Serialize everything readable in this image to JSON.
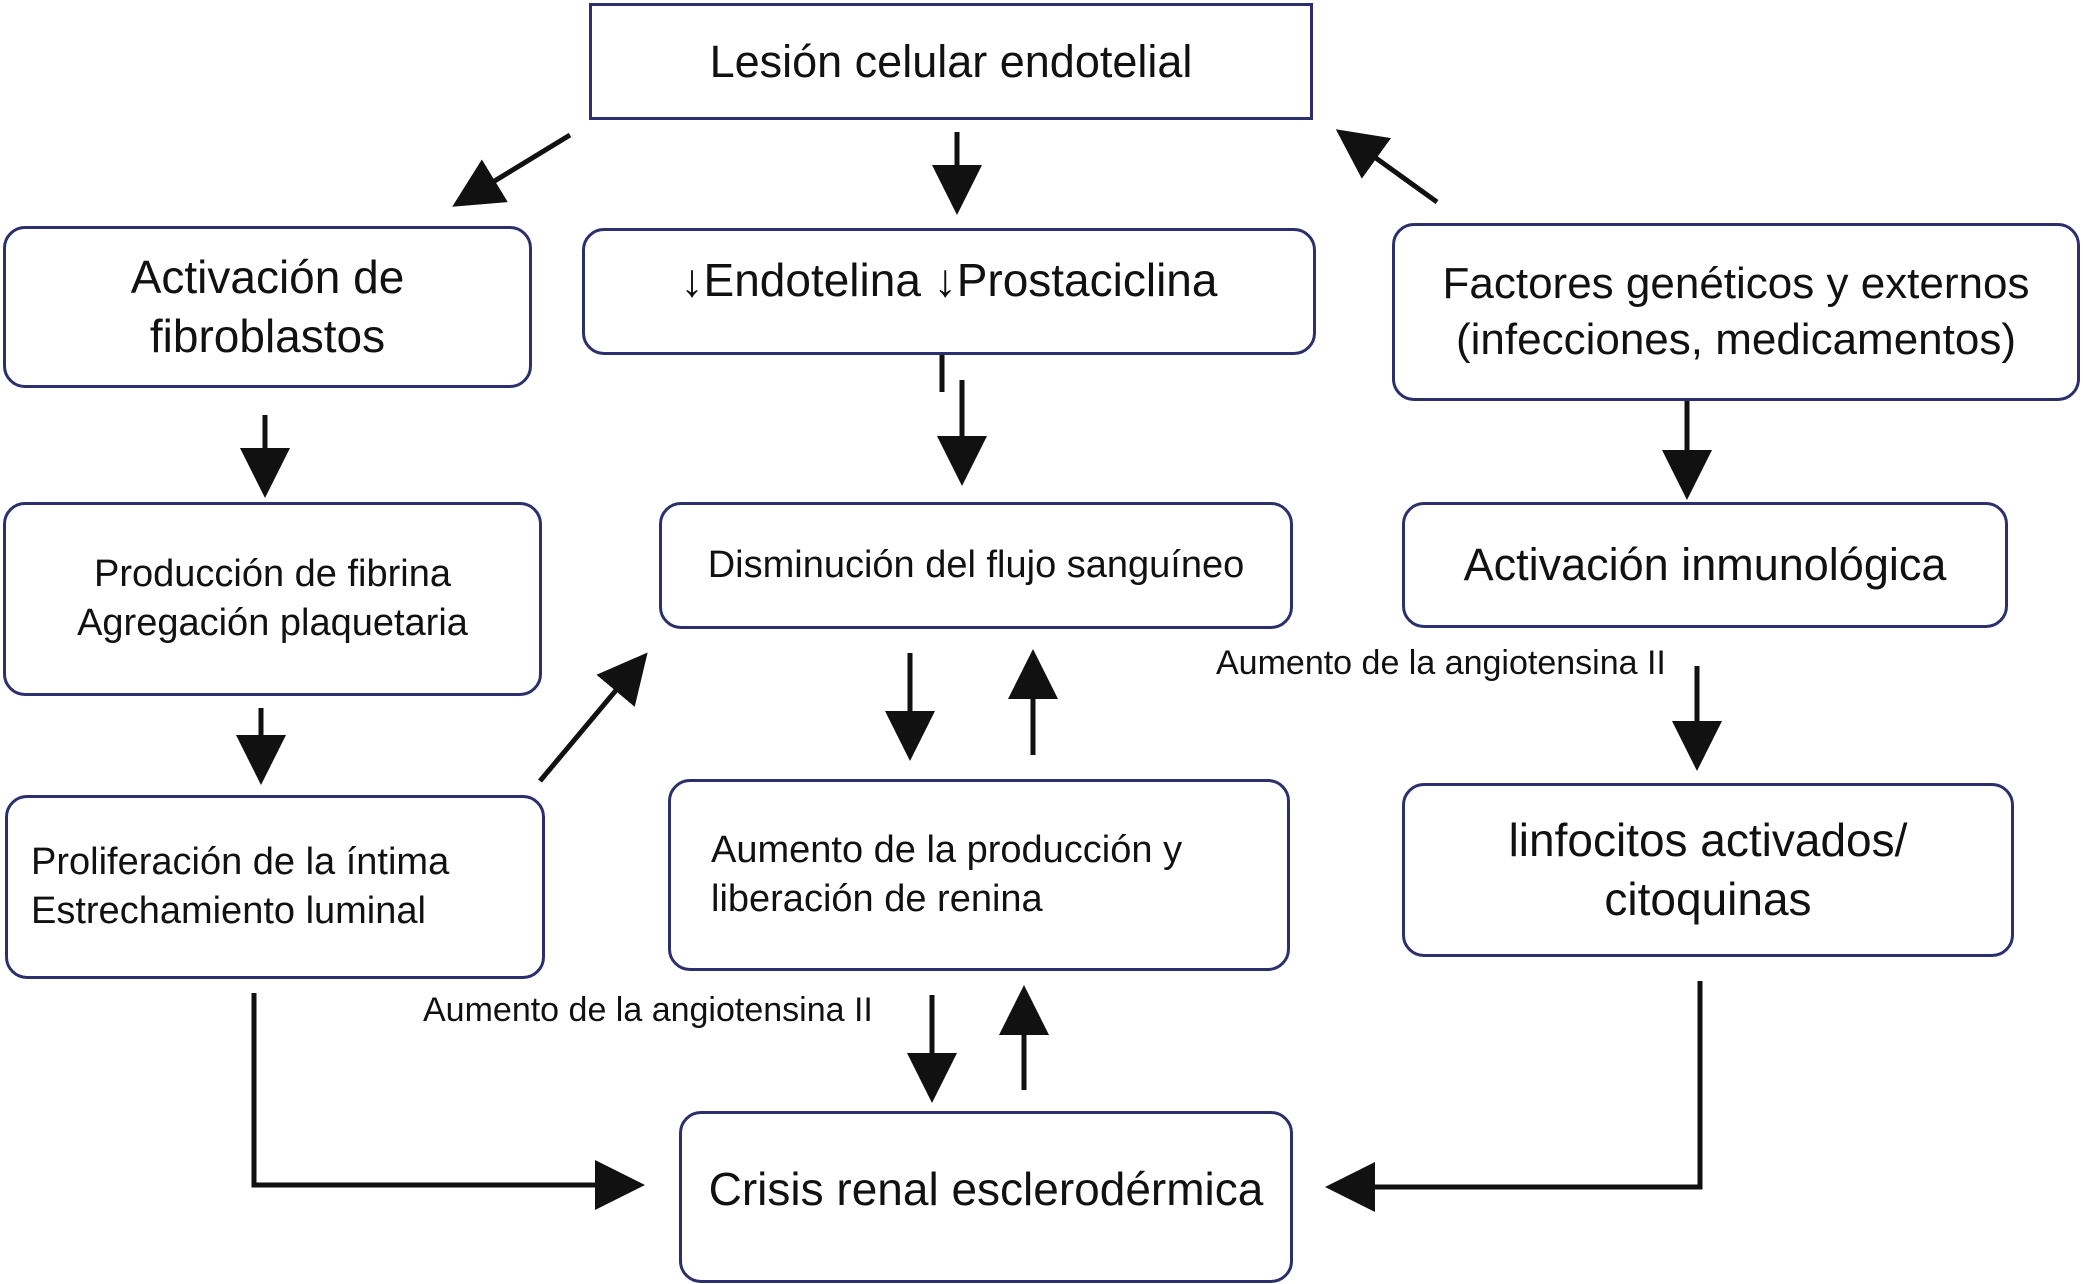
{
  "nodes": {
    "lesion": "Lesión celular endotelial",
    "fibroblastos": "Activación de\nfibroblastos",
    "endotelina": "↓Endotelina ↓Prostaciclina",
    "factores": "Factores genéticos y externos\n(infecciones, medicamentos)",
    "fibrina": "Producción de fibrina\nAgregación plaquetaria",
    "flujo": "Disminución del flujo sanguíneo",
    "inmuno": "Activación inmunológica",
    "intima": "Proliferación de la íntima\nEstrechamiento luminal",
    "renina": "Aumento de la producción y\nliberación de renina",
    "linfocitos": "linfocitos activados/\ncitoquinas",
    "crisis": "Crisis renal esclerodérmica"
  },
  "edge_labels": {
    "angiotensina_upper": "Aumento de la angiotensina II",
    "angiotensina_lower": "Aumento de la angiotensina II"
  },
  "colors": {
    "box_border": "#2b2f6b",
    "arrow": "#111111",
    "text": "#111111"
  }
}
